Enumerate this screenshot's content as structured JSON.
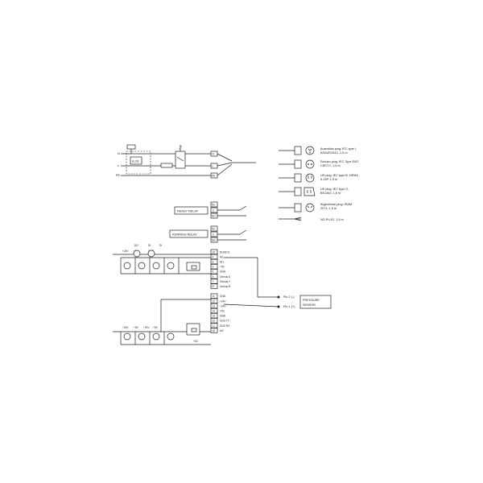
{
  "mains": {
    "supply_labels": [
      "N",
      "L",
      "PE"
    ],
    "fuse_label": "ELCB",
    "terminals": [
      "N",
      "L",
      "PE"
    ]
  },
  "plugs": [
    {
      "text": [
        "Australian plug: IEC type I,",
        "AS/NZS3112, 1,5 m"
      ]
    },
    {
      "text": [
        "Schuko plug: IEC Type E&F,",
        "CEE7/7, 1,5 m"
      ]
    },
    {
      "text": [
        "US plug: IEC type B, NEMA",
        "5-15P, 1,5 m"
      ]
    },
    {
      "text": [
        "UK plug: IEC type G,",
        "BS1363, 1,5 m"
      ]
    },
    {
      "text": [
        "Argentinian plug: IRAM",
        "2073, 1,5 m"
      ]
    },
    {
      "text": [
        "NO PLUG, 1,5 m"
      ]
    }
  ],
  "relays": {
    "ready_label": "READY RELAY",
    "running_label": "RUNNING RELAY",
    "terminals": [
      "NC",
      "C",
      "NO"
    ]
  },
  "io_block": {
    "terminals": [
      "10",
      "4",
      "8",
      "9",
      "5",
      "A",
      "Y",
      "B",
      "",
      "11",
      "12",
      "13",
      "14",
      "15",
      "16",
      "17",
      "18"
    ],
    "labels": [
      "DI3/DO1",
      "AI1",
      "DI1",
      "+5V",
      "GND",
      "Genius A",
      "Genius Y",
      "Genius B",
      "",
      "GND",
      "+24V",
      "+24V",
      "+5V",
      "GND",
      "GDS TX",
      "GDS RX",
      "AI2"
    ],
    "top_input_labels": [
      "DO",
      "DI",
      "+24V",
      "GND",
      "+5V",
      "DI"
    ],
    "bottom_input_labels": [
      "+24V",
      "+5V",
      "+24V",
      "+5V"
    ],
    "small_label": "+5V"
  },
  "pressure_sensor": {
    "label_line1": "PRESSURE",
    "label_line2": "SENSOR",
    "pin2": "Pin 2 (-)",
    "pin1": "Pin 1 (+)"
  }
}
